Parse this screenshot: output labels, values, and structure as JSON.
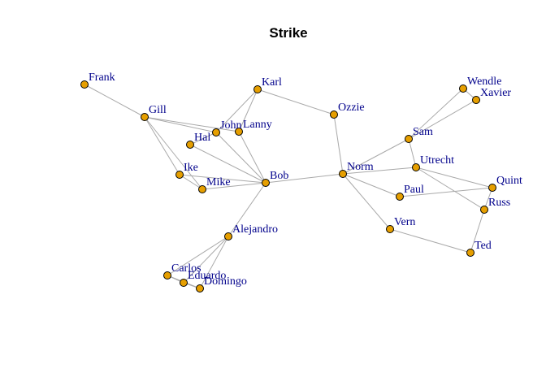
{
  "title": "Strike",
  "colors": {
    "node_fill": "#E69F00",
    "node_stroke": "#000000",
    "edge": "#A9A9A9",
    "label": "#00008B"
  },
  "nodes": [
    {
      "id": "Frank",
      "label": "Frank"
    },
    {
      "id": "Gill",
      "label": "Gill"
    },
    {
      "id": "Karl",
      "label": "Karl"
    },
    {
      "id": "Ozzie",
      "label": "Ozzie"
    },
    {
      "id": "John",
      "label": "John"
    },
    {
      "id": "Lanny",
      "label": "Lanny"
    },
    {
      "id": "Hal",
      "label": "Hal"
    },
    {
      "id": "Ike",
      "label": "Ike"
    },
    {
      "id": "Mike",
      "label": "Mike"
    },
    {
      "id": "Bob",
      "label": "Bob"
    },
    {
      "id": "Norm",
      "label": "Norm"
    },
    {
      "id": "Sam",
      "label": "Sam"
    },
    {
      "id": "Wendle",
      "label": "Wendle"
    },
    {
      "id": "Xavier",
      "label": "Xavier"
    },
    {
      "id": "Utrecht",
      "label": "Utrecht"
    },
    {
      "id": "Quint",
      "label": "Quint"
    },
    {
      "id": "Paul",
      "label": "Paul"
    },
    {
      "id": "Russ",
      "label": "Russ"
    },
    {
      "id": "Vern",
      "label": "Vern"
    },
    {
      "id": "Ted",
      "label": "Ted"
    },
    {
      "id": "Alejandro",
      "label": "Alejandro"
    },
    {
      "id": "Carlos",
      "label": "Carlos"
    },
    {
      "id": "Eduardo",
      "label": "Eduardo"
    },
    {
      "id": "Domingo",
      "label": "Domingo"
    }
  ],
  "edges": [
    [
      "Frank",
      "Gill"
    ],
    [
      "Gill",
      "John"
    ],
    [
      "Gill",
      "Lanny"
    ],
    [
      "Gill",
      "Ike"
    ],
    [
      "Gill",
      "Mike"
    ],
    [
      "Karl",
      "John"
    ],
    [
      "Karl",
      "Lanny"
    ],
    [
      "Karl",
      "Ozzie"
    ],
    [
      "John",
      "Hal"
    ],
    [
      "John",
      "Bob"
    ],
    [
      "Lanny",
      "Bob"
    ],
    [
      "Hal",
      "Bob"
    ],
    [
      "Ike",
      "Mike"
    ],
    [
      "Ike",
      "Bob"
    ],
    [
      "Mike",
      "Bob"
    ],
    [
      "Bob",
      "Norm"
    ],
    [
      "Bob",
      "Alejandro"
    ],
    [
      "Ozzie",
      "Norm"
    ],
    [
      "Norm",
      "Sam"
    ],
    [
      "Norm",
      "Utrecht"
    ],
    [
      "Norm",
      "Paul"
    ],
    [
      "Norm",
      "Vern"
    ],
    [
      "Sam",
      "Wendle"
    ],
    [
      "Sam",
      "Xavier"
    ],
    [
      "Wendle",
      "Xavier"
    ],
    [
      "Sam",
      "Utrecht"
    ],
    [
      "Utrecht",
      "Quint"
    ],
    [
      "Utrecht",
      "Russ"
    ],
    [
      "Paul",
      "Quint"
    ],
    [
      "Quint",
      "Russ"
    ],
    [
      "Russ",
      "Ted"
    ],
    [
      "Vern",
      "Ted"
    ],
    [
      "Alejandro",
      "Carlos"
    ],
    [
      "Alejandro",
      "Eduardo"
    ],
    [
      "Alejandro",
      "Domingo"
    ],
    [
      "Carlos",
      "Eduardo"
    ],
    [
      "Carlos",
      "Domingo"
    ],
    [
      "Eduardo",
      "Domingo"
    ]
  ]
}
